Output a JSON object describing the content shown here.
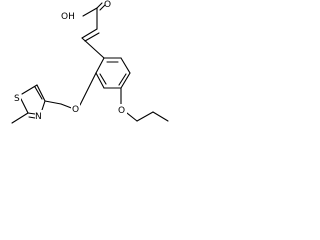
{
  "molecule": {
    "atoms": {
      "hydroxyl": "OH",
      "carbonyl_oxygen": "O",
      "ether_oxygen_1": "O",
      "ether_oxygen_2": "O",
      "thiazole_sulfur": "S",
      "thiazole_nitrogen": "N"
    }
  },
  "colors": {
    "bond": "#000000",
    "label": "#000000",
    "background": "#ffffff"
  }
}
